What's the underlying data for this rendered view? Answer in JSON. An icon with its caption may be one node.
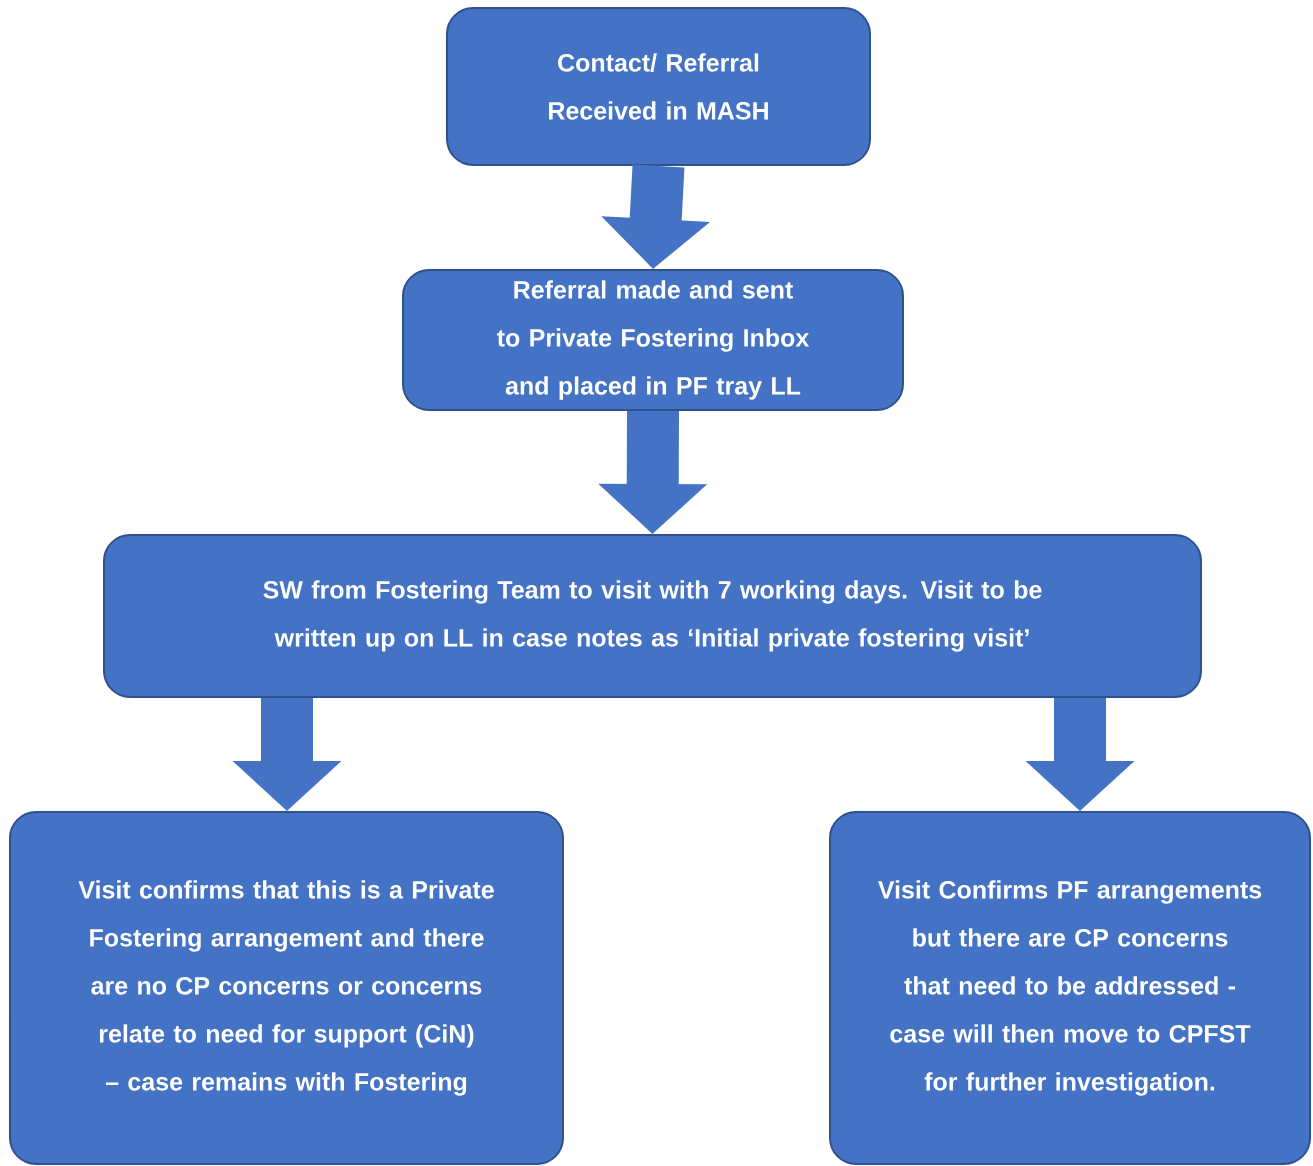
{
  "diagram": {
    "nodes": [
      {
        "text": [
          "Contact/ Referral Received in MASH"
        ]
      },
      {
        "text": [
          "Referral made and sent to Private Fostering Inbox and placed in PF tray LL"
        ]
      },
      {
        "text": [
          "SW from Fostering Team to visit with 7 working days. Visit to be written up on LL in case notes as ‘Initial private fostering visit’"
        ]
      },
      {
        "text": [
          "Visit confirms that this is a Private Fostering arrangement and there are no CP concerns or concerns relate to need for support (CiN) – case remains with Fostering"
        ]
      },
      {
        "text": [
          "Visit Confirms PF arrangements but there are CP concerns that need to be addressed  - case will then move to CPFST for further investigation."
        ]
      }
    ],
    "edges": [
      {
        "from": 0,
        "to": 1,
        "arrow": "to"
      },
      {
        "from": 1,
        "to": 2,
        "arrow": "to"
      },
      {
        "from": 2,
        "to": 3,
        "arrow": "to"
      },
      {
        "from": 2,
        "to": 4,
        "arrow": "to"
      }
    ]
  }
}
